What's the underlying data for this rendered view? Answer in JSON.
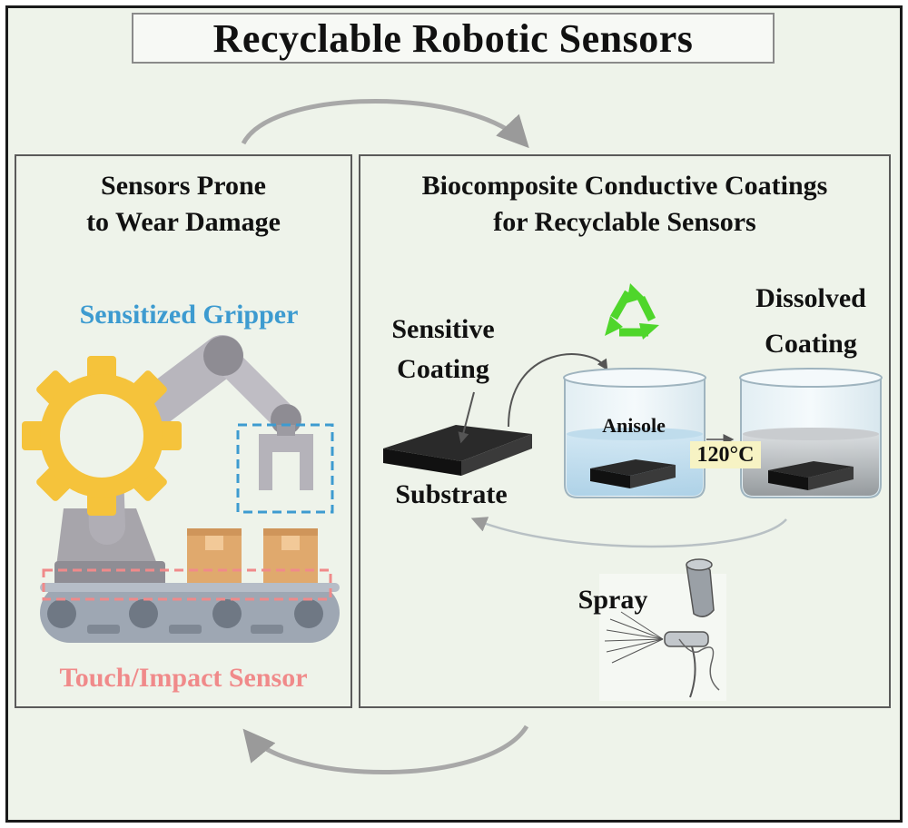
{
  "title": "Recyclable Robotic Sensors",
  "left_panel": {
    "heading_line1": "Sensors Prone",
    "heading_line2": "to Wear Damage",
    "gripper_label": "Sensitized Gripper",
    "impact_label": "Touch/Impact Sensor"
  },
  "right_panel": {
    "heading_line1": "Biocomposite Conductive Coatings",
    "heading_line2": "for Recyclable Sensors",
    "sensitive_line1": "Sensitive",
    "sensitive_line2": "Coating",
    "substrate_label": "Substrate",
    "anisole_label": "Anisole",
    "temp_label": "120°C",
    "dissolved_line1": "Dissolved",
    "dissolved_line2": "Coating",
    "spray_label": "Spray"
  },
  "colors": {
    "gripper_label": "#3d9bd0",
    "impact_label": "#f08a8a",
    "gear": "#f5c33b",
    "recycle": "#4fd62b",
    "box": "#e0a96d",
    "conveyor": "#9ea7b3"
  },
  "icons": [
    "gear-icon",
    "robot-arm-icon",
    "gripper-claw-icon",
    "package-box-icon",
    "conveyor-belt-icon",
    "recycle-icon",
    "beaker-icon",
    "spray-gun-icon"
  ]
}
